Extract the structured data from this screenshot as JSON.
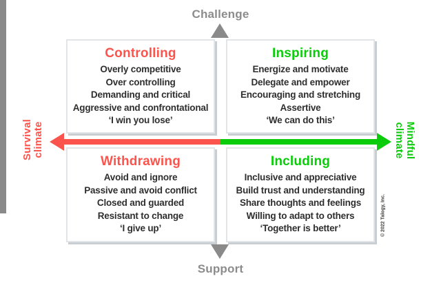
{
  "axes": {
    "vertical": {
      "top_label": "Challenge",
      "bottom_label": "Support",
      "color": "#8a8a8a"
    },
    "horizontal": {
      "left": {
        "label_line1": "Survival",
        "label_line2": "climate",
        "color": "#fb544c"
      },
      "right": {
        "label_line1": "Mindful",
        "label_line2": "climate",
        "color": "#0acc0a"
      }
    }
  },
  "quadrants": {
    "top_left": {
      "title": "Controlling",
      "title_color": "#fb544c",
      "items": [
        "Overly competitive",
        "Over controlling",
        "Demanding and critical",
        "Aggressive and confrontational",
        "‘I win you lose’"
      ]
    },
    "top_right": {
      "title": "Inspiring",
      "title_color": "#0acc0a",
      "items": [
        "Energize and motivate",
        "Delegate and empower",
        "Encouraging and stretching",
        "Assertive",
        "‘We can do this’"
      ]
    },
    "bottom_left": {
      "title": "Withdrawing",
      "title_color": "#fb544c",
      "items": [
        "Avoid and ignore",
        "Passive and avoid conflict",
        "Closed and guarded",
        "Resistant to change",
        "‘I give up’"
      ]
    },
    "bottom_right": {
      "title": "Including",
      "title_color": "#0acc0a",
      "items": [
        "Inclusive and appreciative",
        "Build trust and understanding",
        "Share thoughts and feelings",
        "Willing to adapt to others",
        "‘Together is better’"
      ]
    }
  },
  "copyright": "© 2022 Talogy, Inc."
}
